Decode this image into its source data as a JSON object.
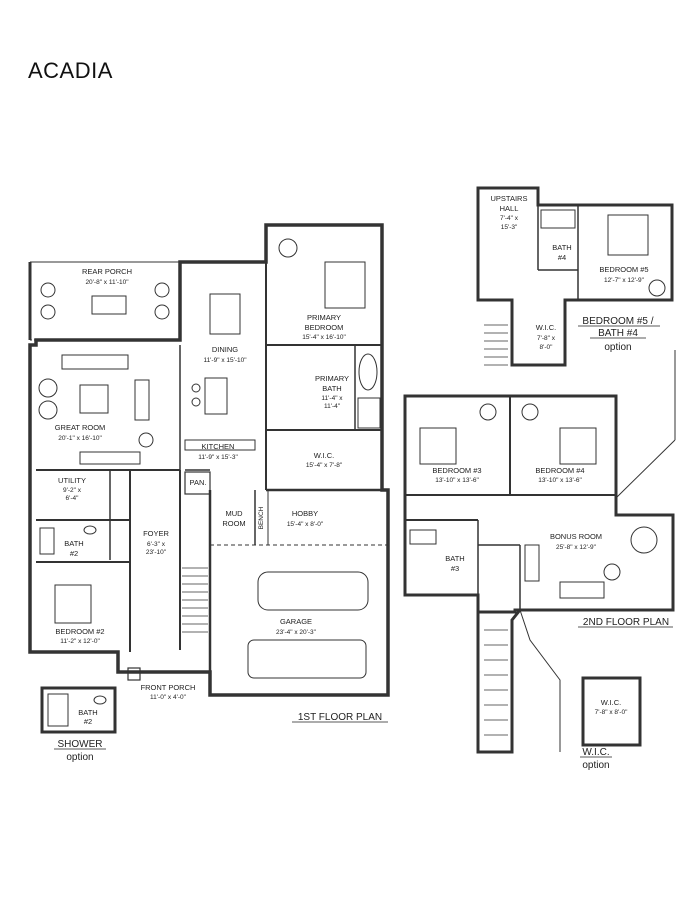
{
  "title": "ACADIA",
  "first_floor": {
    "caption": "1ST FLOOR PLAN",
    "rear_porch": {
      "name": "REAR PORCH",
      "dims": "20'-8\" x 11'-10\""
    },
    "great_room": {
      "name": "GREAT ROOM",
      "dims": "20'-1\" x 16'-10\""
    },
    "dining": {
      "name": "DINING",
      "dims": "11'-9\" x 15'-10\""
    },
    "kitchen": {
      "name": "KITCHEN",
      "dims": "11'-9\" x 15'-3\""
    },
    "primary_bedroom": {
      "name1": "PRIMARY",
      "name2": "BEDROOM",
      "dims": "15'-4\" x 16'-10\""
    },
    "primary_bath": {
      "name1": "PRIMARY",
      "name2": "BATH",
      "dims1": "11'-4\" x",
      "dims2": "11'-4\""
    },
    "wic": {
      "name": "W.I.C.",
      "dims": "15'-4\" x 7'-8\""
    },
    "utility": {
      "name": "UTILITY",
      "dims1": "9'-2\" x",
      "dims2": "6'-4\""
    },
    "pan": "PAN.",
    "bath2": {
      "name1": "BATH",
      "name2": "#2"
    },
    "foyer": {
      "name": "FOYER",
      "dims1": "6'-3\" x",
      "dims2": "23'-10\""
    },
    "mud_room": {
      "name1": "MUD",
      "name2": "ROOM"
    },
    "bench": "BENCH",
    "hobby": {
      "name": "HOBBY",
      "dims": "15'-4\" x 8'-0\""
    },
    "garage": {
      "name": "GARAGE",
      "dims": "23'-4\" x 20'-3\""
    },
    "bedroom2": {
      "name": "BEDROOM #2",
      "dims": "11'-2\" x 12'-0\""
    },
    "front_porch": {
      "name": "FRONT PORCH",
      "dims": "11'-0\" x 4'-0\""
    }
  },
  "shower_option": {
    "bath_name1": "BATH",
    "bath_name2": "#2",
    "label": "SHOWER",
    "sub": "option"
  },
  "bedroom5_option": {
    "upstairs_hall": {
      "name1": "UPSTAIRS",
      "name2": "HALL",
      "dims1": "7'-4\" x",
      "dims2": "15'-3\""
    },
    "bath4": {
      "name1": "BATH",
      "name2": "#4"
    },
    "bedroom5": {
      "name": "BEDROOM #5",
      "dims": "12'-7\" x 12'-9\""
    },
    "wic": {
      "name": "W.I.C.",
      "dims1": "7'-8\" x",
      "dims2": "8'-0\""
    },
    "label1": "BEDROOM #5 /",
    "label2": "BATH #4",
    "sub": "option"
  },
  "second_floor": {
    "caption": "2ND FLOOR PLAN",
    "bedroom3": {
      "name": "BEDROOM #3",
      "dims": "13'-10\" x 13'-6\""
    },
    "bedroom4": {
      "name": "BEDROOM #4",
      "dims": "13'-10\" x 13'-6\""
    },
    "bonus_room": {
      "name": "BONUS ROOM",
      "dims": "25'-8\" x 12'-9\""
    },
    "bath3": {
      "name1": "BATH",
      "name2": "#3"
    }
  },
  "wic_option": {
    "name": "W.I.C.",
    "dims": "7'-8\" x 8'-0\"",
    "label": "W.I.C.",
    "sub": "option"
  }
}
